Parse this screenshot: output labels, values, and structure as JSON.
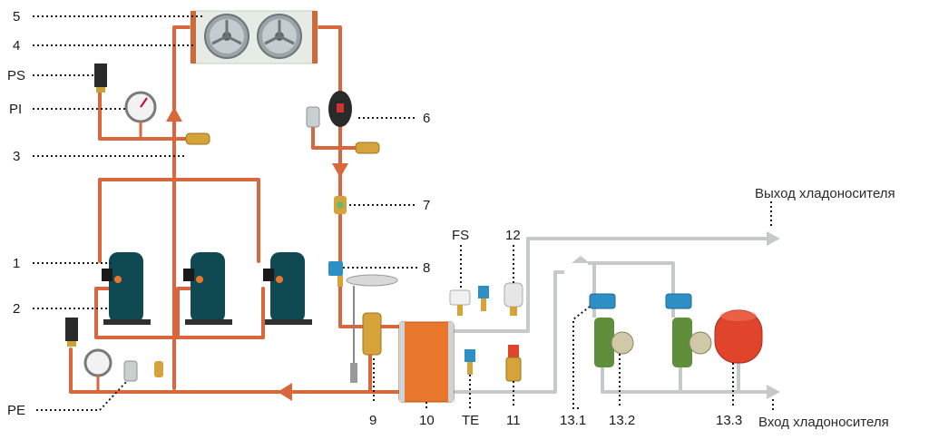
{
  "labels": {
    "l5": "5",
    "l4": "4",
    "ps": "PS",
    "pi": "PI",
    "l3": "3",
    "l1": "1",
    "l2": "2",
    "pe": "PE",
    "l6": "6",
    "l7": "7",
    "l8": "8",
    "fs": "FS",
    "l12": "12",
    "l9": "9",
    "l10": "10",
    "te": "TE",
    "l11": "11",
    "l13_1": "13.1",
    "l13_2": "13.2",
    "l13_3": "13.3"
  },
  "flows": {
    "outlet": "Выход хладоносителя",
    "inlet": "Вход хладоносителя"
  },
  "colors": {
    "refrigerant_pipe": "#d9673e",
    "coolant_pipe": "#c6c9cb",
    "compressor": "#0f4a52",
    "heat_exchanger": "#e8772c",
    "expansion_tank": "#e0452c",
    "pump": "#5f8f3a"
  }
}
